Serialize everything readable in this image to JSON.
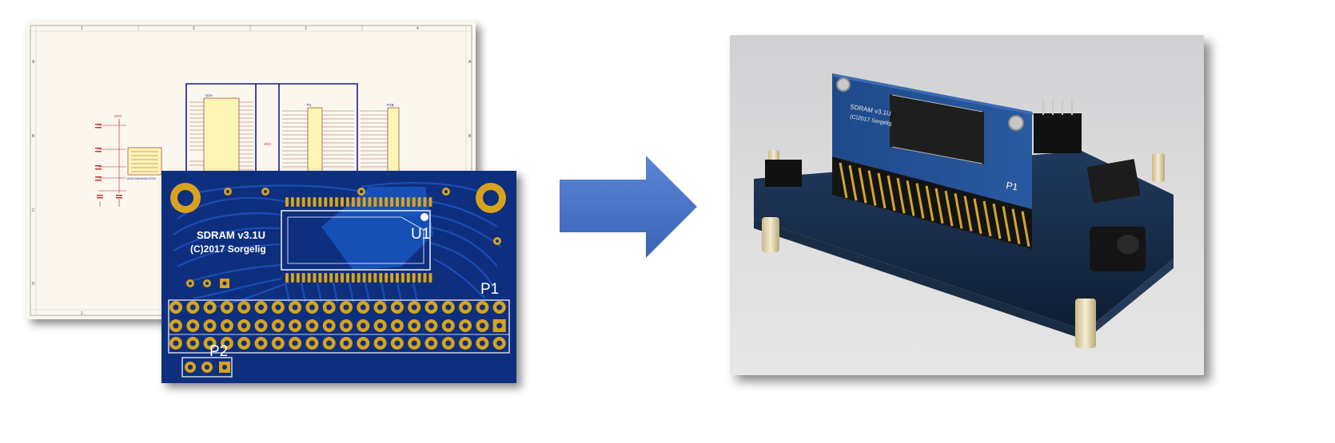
{
  "schematic": {
    "grid_columns": [
      "1",
      "2",
      "3",
      "4"
    ],
    "grid_rows": [
      "A",
      "B",
      "C",
      "D"
    ],
    "chip_ref": "U1A",
    "header_ref": "P1",
    "header_ref_b": "P1B",
    "vcc_label": "VCC",
    "part_number": "AS4C16M16SA-6TCN"
  },
  "pcb": {
    "title": "SDRAM v3.1U",
    "copyright": "(C)2017 Sorgelig",
    "u1_label": "U1",
    "p1_label": "P1",
    "p2_label": "P2",
    "colors": {
      "board": "#0d2f7e",
      "trace": "#1b4db3",
      "pad": "#d7a21d",
      "silk": "#ffffff"
    }
  },
  "arrow": {
    "color": "#4472c4"
  },
  "photo": {
    "module_title": "SDRAM v3.1U",
    "module_copyright": "(C)2017 Sorgelig",
    "module_header": "P1"
  }
}
